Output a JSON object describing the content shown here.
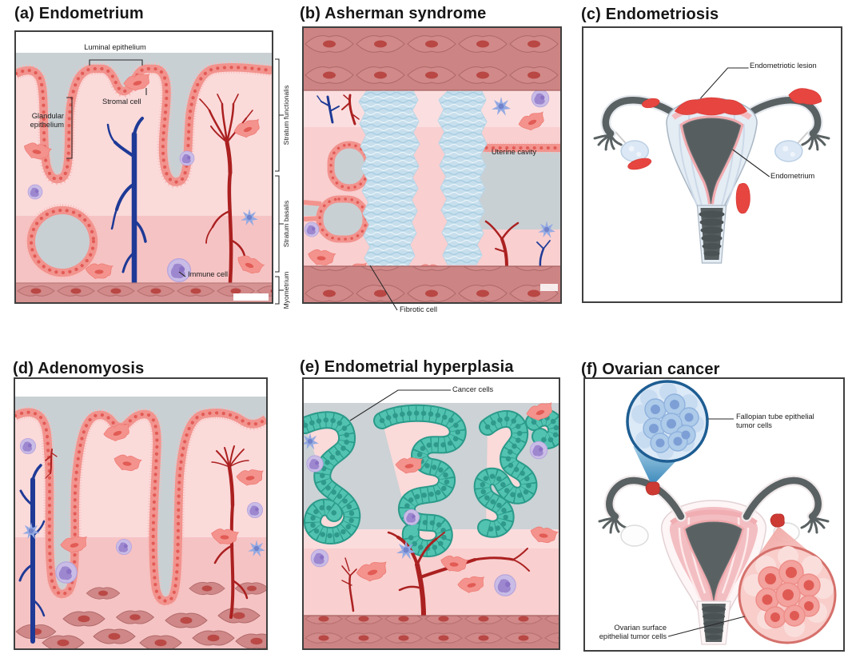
{
  "panels": {
    "a": {
      "title": "(a) Endometrium",
      "labels": {
        "luminal_epithelium": "Luminal epithelium",
        "stromal_cell": "Stromal cell",
        "glandular_epithelium": "Glandular epithelium",
        "immune_cell": "Immune cell"
      },
      "side_labels": {
        "stratum_functionalis": "Stratum functionalis",
        "stratum_basalis": "Stratum basalis",
        "myometrium": "Myometrium"
      }
    },
    "b": {
      "title": "(b) Asherman syndrome",
      "labels": {
        "uterine_cavity": "Uterine cavity",
        "fibrotic_cell": "Fibrotic cell"
      }
    },
    "c": {
      "title": "(c) Endometriosis",
      "labels": {
        "endometriotic_lesion": "Endometriotic lesion",
        "endometrium": "Endometrium"
      }
    },
    "d": {
      "title": "(d) Adenomyosis"
    },
    "e": {
      "title": "(e) Endometrial hyperplasia",
      "labels": {
        "cancer_cells": "Cancer cells"
      }
    },
    "f": {
      "title": "(f) Ovarian cancer",
      "labels": {
        "fallopian_tube_tumor": "Fallopian tube epithelial tumor cells",
        "ovarian_surface_tumor": "Ovarian surface epithelial tumor cells"
      }
    }
  },
  "palette": {
    "background": "#ffffff",
    "frame_border": "#3f3f3f",
    "functionalis_pink": "#fbdada",
    "basalis_pink": "#f6c3c4",
    "epithelium_salmon": "#f2938e",
    "epithelium_dot": "#e25b56",
    "lumen_gray": "#c9d0d4",
    "myometrium_band": "#d18989",
    "muscle_nucleus": "#b94744",
    "vein_blue": "#1e3a96",
    "artery_red": "#ab2020",
    "immune_purple": "#c9bce6",
    "dendritic_blue": "#95aae2",
    "fibrotic_blue": "#c7deec",
    "cancer_cell_teal": "#53c3b1",
    "lesion_red": "#e64540",
    "uterus_dark_gray": "#575e60",
    "inset_blue_border": "#1d5d92",
    "inset_pink_border": "#d5706b"
  }
}
